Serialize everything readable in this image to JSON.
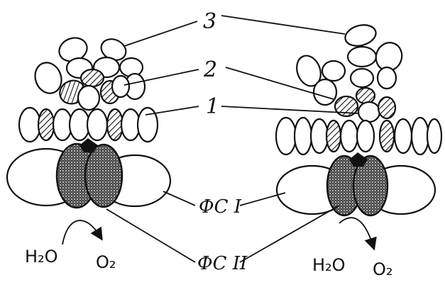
{
  "labels": {
    "n3": "3",
    "n2": "2",
    "n1": "1",
    "ps1": "ФС I",
    "ps2": "ФС II"
  },
  "left_reaction": {
    "reactant": "H₂O",
    "product": "O₂"
  },
  "right_reaction": {
    "reactant": "H₂O",
    "product": "O₂"
  },
  "colors": {
    "ink": "#111111",
    "background": "#ffffff"
  }
}
